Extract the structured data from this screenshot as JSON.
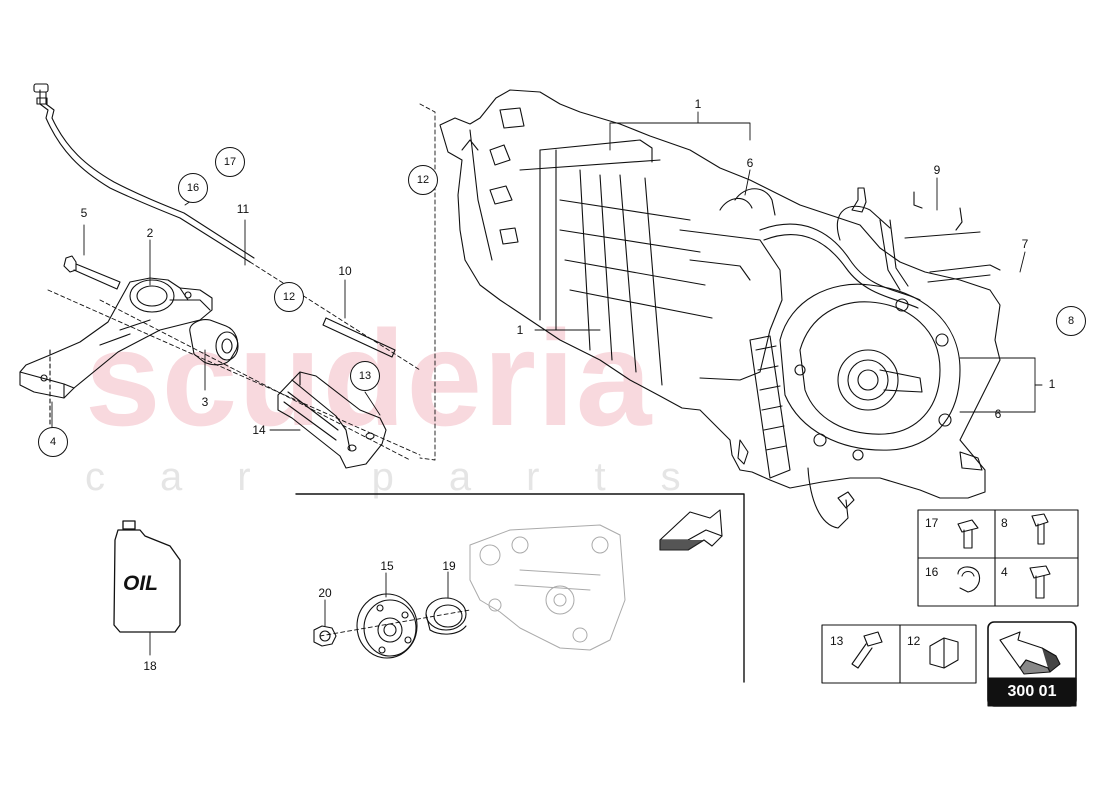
{
  "watermark": {
    "main": "scuderia",
    "sub": "car parts"
  },
  "oil_label": "OIL",
  "page_ref": "300 01",
  "callouts": [
    {
      "id": "c1a",
      "text": "1"
    },
    {
      "id": "c6a",
      "text": "6"
    },
    {
      "id": "c9",
      "text": "9"
    },
    {
      "id": "c7",
      "text": "7"
    },
    {
      "id": "c1b",
      "text": "1"
    },
    {
      "id": "c6b",
      "text": "6"
    },
    {
      "id": "c1c",
      "text": "1"
    },
    {
      "id": "c5",
      "text": "5"
    },
    {
      "id": "c2",
      "text": "2"
    },
    {
      "id": "c11",
      "text": "11"
    },
    {
      "id": "c10",
      "text": "10"
    },
    {
      "id": "c3",
      "text": "3"
    },
    {
      "id": "c14",
      "text": "14"
    },
    {
      "id": "c20",
      "text": "20"
    },
    {
      "id": "c15",
      "text": "15"
    },
    {
      "id": "c19",
      "text": "19"
    },
    {
      "id": "c18",
      "text": "18"
    }
  ],
  "circled": [
    {
      "id": "k17",
      "text": "17"
    },
    {
      "id": "k16",
      "text": "16"
    },
    {
      "id": "k12a",
      "text": "12"
    },
    {
      "id": "k12b",
      "text": "12"
    },
    {
      "id": "k13",
      "text": "13"
    },
    {
      "id": "k4",
      "text": "4"
    },
    {
      "id": "k8",
      "text": "8"
    }
  ],
  "hardware_table": [
    {
      "text": "17"
    },
    {
      "text": "8"
    },
    {
      "text": "16"
    },
    {
      "text": "4"
    },
    {
      "text": "13"
    },
    {
      "text": "12"
    }
  ]
}
